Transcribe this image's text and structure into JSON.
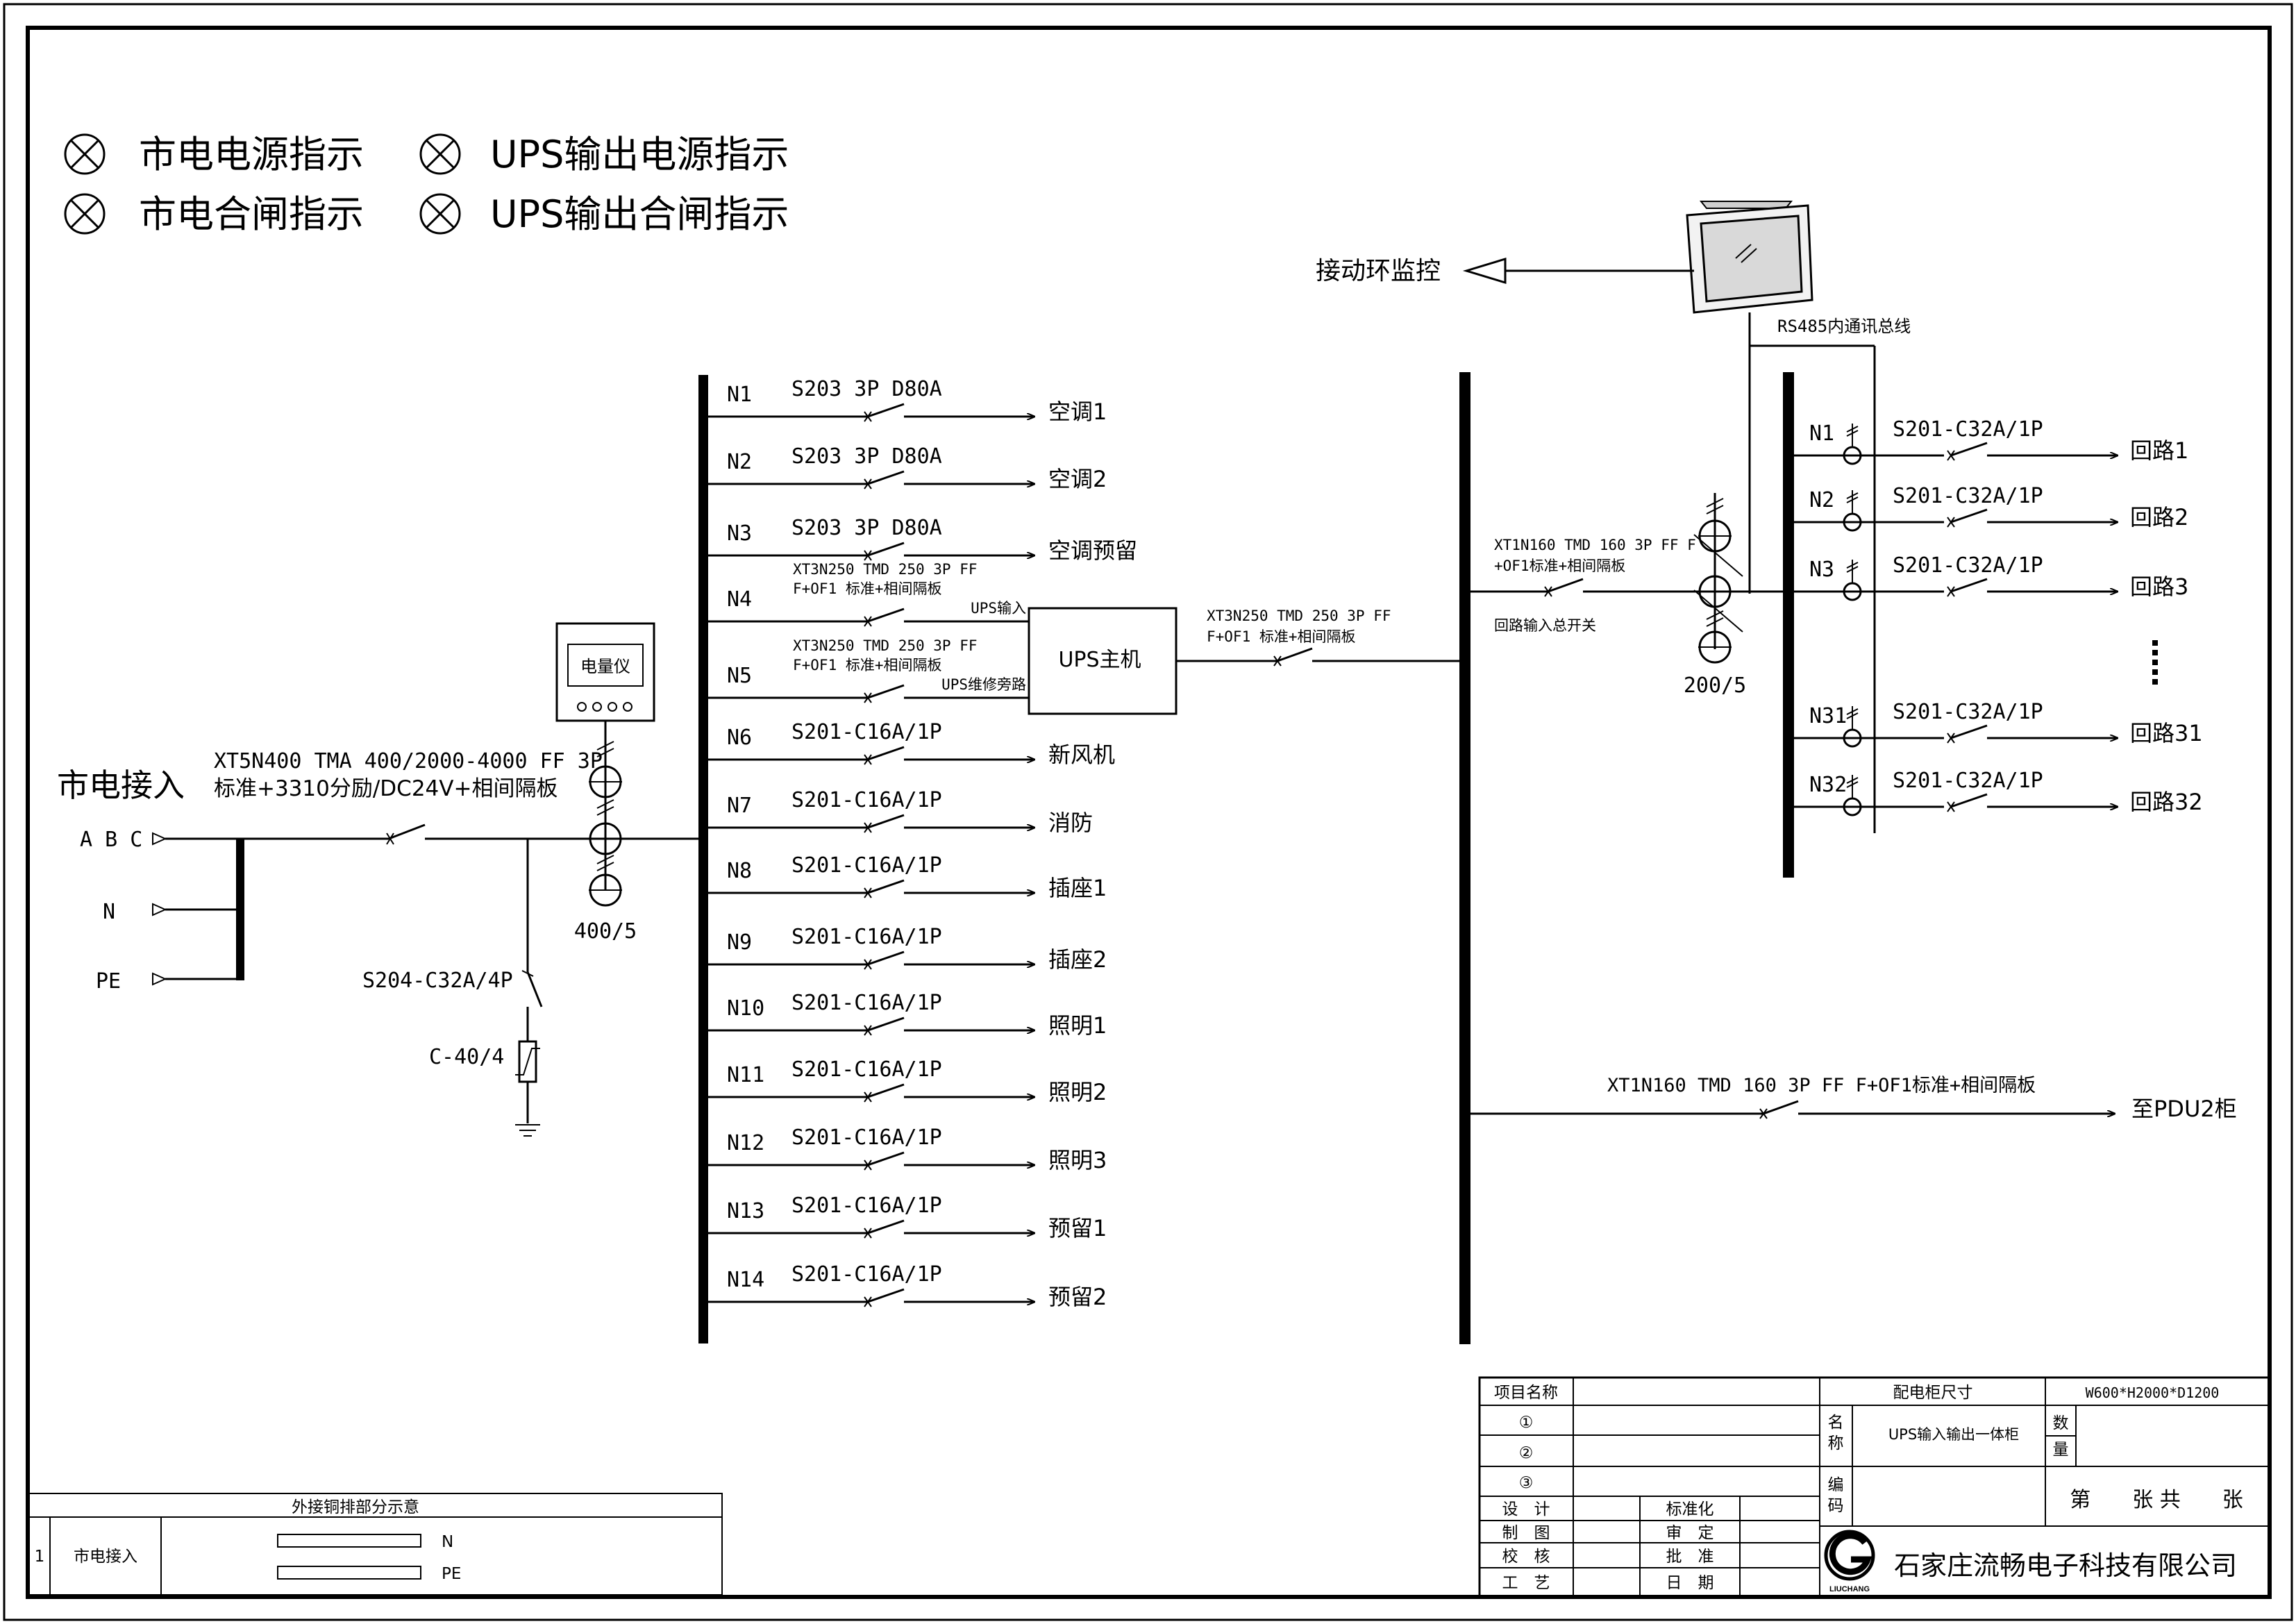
{
  "legend": {
    "mains_power": "市电电源指示",
    "ups_output_power": "UPS输出电源指示",
    "mains_close": "市电合闸指示",
    "ups_output_close": "UPS输出合闸指示"
  },
  "monitor": {
    "label": "接动环监控",
    "bus_label": "RS485内通讯总线"
  },
  "mains": {
    "title": "市电接入",
    "phases": "A B C",
    "neutral": "N",
    "pe": "PE",
    "breaker_line1": "XT5N400 TMA 400/2000-4000 FF 3P",
    "breaker_line2": "标准+3310分励/DC24V+相间隔板",
    "meter": "电量仪",
    "ct": "400/5",
    "spd_breaker": "S204-C32A/4P",
    "spd": "C-40/4"
  },
  "feeders": [
    {
      "id": "N1",
      "breaker": "S203 3P D80A",
      "load": "空调1"
    },
    {
      "id": "N2",
      "breaker": "S203 3P D80A",
      "load": "空调2"
    },
    {
      "id": "N3",
      "breaker": "S203 3P D80A",
      "load": "空调预留"
    },
    {
      "id": "N4",
      "breaker1": "XT3N250 TMD 250 3P FF",
      "breaker2": "F+OF1 标准+相间隔板",
      "load": "UPS输入"
    },
    {
      "id": "N5",
      "breaker1": "XT3N250 TMD 250 3P FF",
      "breaker2": "F+OF1 标准+相间隔板",
      "load": "UPS维修旁路"
    },
    {
      "id": "N6",
      "breaker": "S201-C16A/1P",
      "load": "新风机"
    },
    {
      "id": "N7",
      "breaker": "S201-C16A/1P",
      "load": "消防"
    },
    {
      "id": "N8",
      "breaker": "S201-C16A/1P",
      "load": "插座1"
    },
    {
      "id": "N9",
      "breaker": "S201-C16A/1P",
      "load": "插座2"
    },
    {
      "id": "N10",
      "breaker": "S201-C16A/1P",
      "load": "照明1"
    },
    {
      "id": "N11",
      "breaker": "S201-C16A/1P",
      "load": "照明2"
    },
    {
      "id": "N12",
      "breaker": "S201-C16A/1P",
      "load": "照明3"
    },
    {
      "id": "N13",
      "breaker": "S201-C16A/1P",
      "load": "预留1"
    },
    {
      "id": "N14",
      "breaker": "S201-C16A/1P",
      "load": "预留2"
    }
  ],
  "ups": {
    "label": "UPS主机",
    "out_breaker1": "XT3N250 TMD 250 3P FF",
    "out_breaker2": "F+OF1 标准+相间隔板"
  },
  "output_bus": {
    "main_breaker1": "XT1N160 TMD 160 3P FF F",
    "main_breaker2": "+OF1标准+相间隔板",
    "main_label": "回路输入总开关",
    "ct": "200/5",
    "pdu_breaker": "XT1N160 TMD 160 3P FF F+OF1标准+相间隔板",
    "pdu_target": "至PDU2柜"
  },
  "circuits": [
    {
      "id": "N1",
      "breaker": "S201-C32A/1P",
      "load": "回路1"
    },
    {
      "id": "N2",
      "breaker": "S201-C32A/1P",
      "load": "回路2"
    },
    {
      "id": "N3",
      "breaker": "S201-C32A/1P",
      "load": "回路3"
    },
    {
      "id": "N31",
      "breaker": "S201-C32A/1P",
      "load": "回路31"
    },
    {
      "id": "N32",
      "breaker": "S201-C32A/1P",
      "load": "回路32"
    }
  ],
  "busbar_table": {
    "title": "外接铜排部分示意",
    "row_no": "1",
    "row_label": "市电接入",
    "bar_n": "N",
    "bar_pe": "PE"
  },
  "title_block": {
    "project_name": "项目名称",
    "cabinet_size_label": "配电柜尺寸",
    "cabinet_size": "W600*H2000*D1200",
    "rev1": "①",
    "rev2": "②",
    "rev3": "③",
    "name_label_1": "名",
    "name_label_2": "称",
    "name_value": "UPS输入输出一体柜",
    "qty_label_1": "数",
    "qty_label_2": "量",
    "code_label_1": "编",
    "code_label_2": "码",
    "design": "设　计",
    "drafting": "制　图",
    "check": "校　核",
    "process": "工　艺",
    "standard": "标准化",
    "review": "审　定",
    "approve": "批　准",
    "date": "日　期",
    "sheet": "第　　张 共　　张",
    "logo_text": "LIUCHANG",
    "company": "石家庄流畅电子科技有限公司"
  }
}
